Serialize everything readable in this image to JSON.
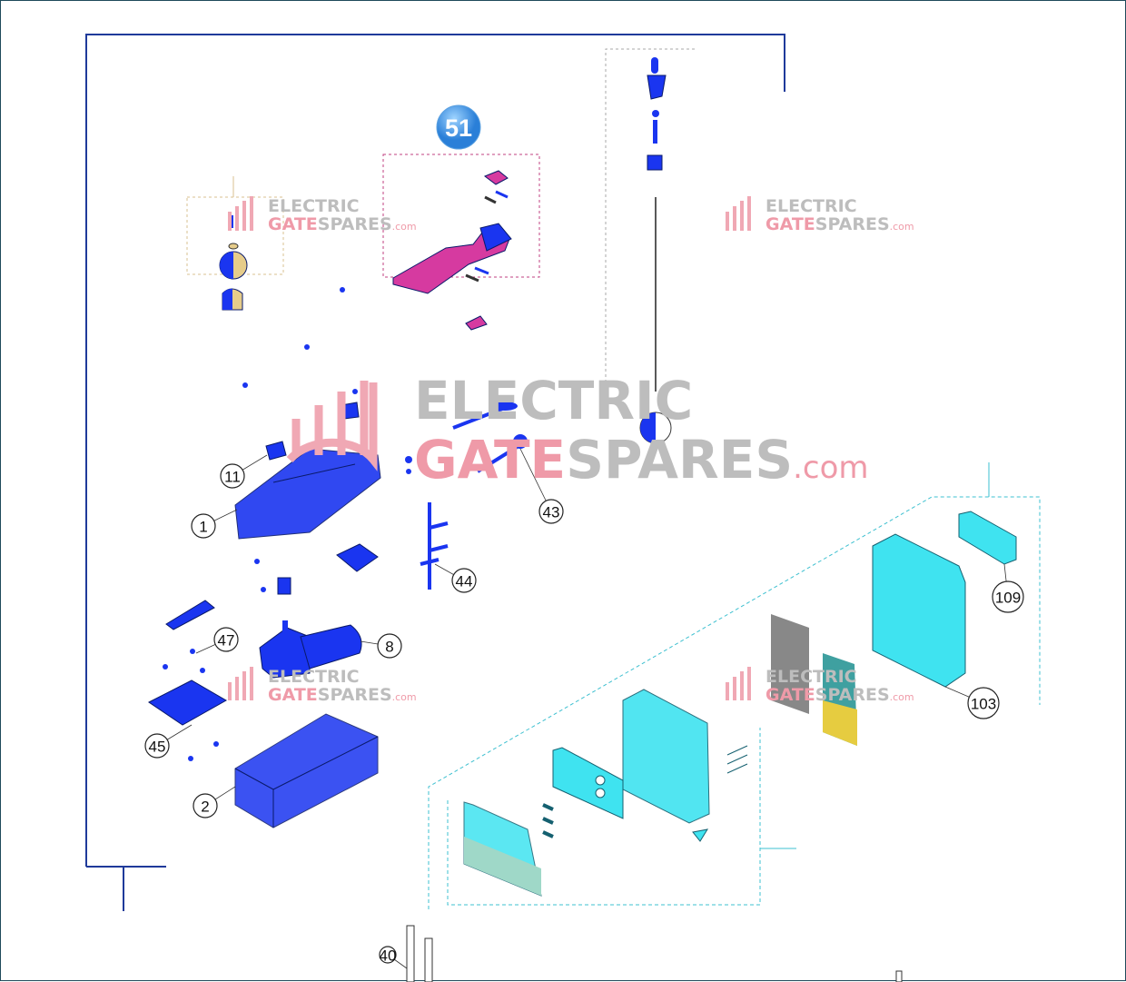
{
  "diagram": {
    "group_badge": "51",
    "callouts": [
      "1",
      "2",
      "8",
      "11",
      "40",
      "43",
      "44",
      "45",
      "47",
      "103",
      "109"
    ],
    "watermark": {
      "line1": "ELECTRIC",
      "gate": "GATE",
      "spares": "SPARES",
      "suffix": ".com"
    }
  },
  "colors": {
    "frame": "#1f3a9a",
    "part_blue": "#1a35f0",
    "part_cyan": "#3fe3f0",
    "part_magenta": "#d63aa0",
    "part_tan": "#e6cc8a",
    "watermark_red": "#e88a9a",
    "watermark_grey": "#b8b8b8"
  }
}
